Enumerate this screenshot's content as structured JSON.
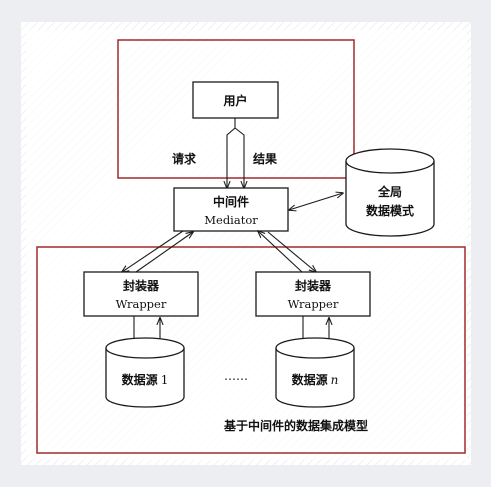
{
  "user_box": {
    "label": "用户"
  },
  "request_label": "请求",
  "result_label": "结果",
  "mediator": {
    "cn": "中间件",
    "en": "Mediator"
  },
  "global_schema": {
    "line1": "全局",
    "line2": "数据模式"
  },
  "wrapper_left": {
    "cn": "封装器",
    "en": "Wrapper"
  },
  "wrapper_right": {
    "cn": "封装器",
    "en": "Wrapper"
  },
  "source_left": {
    "prefix": "数据源",
    "suffix": "1"
  },
  "source_right": {
    "prefix": "数据源",
    "suffix": "n"
  },
  "ellipsis": "……",
  "caption": "基于中间件的数据集成模型",
  "colors": {
    "frame_red": "#a42a2a",
    "paper": "#ffffff",
    "ink": "#1b1b1b",
    "background": "#eceef1"
  }
}
